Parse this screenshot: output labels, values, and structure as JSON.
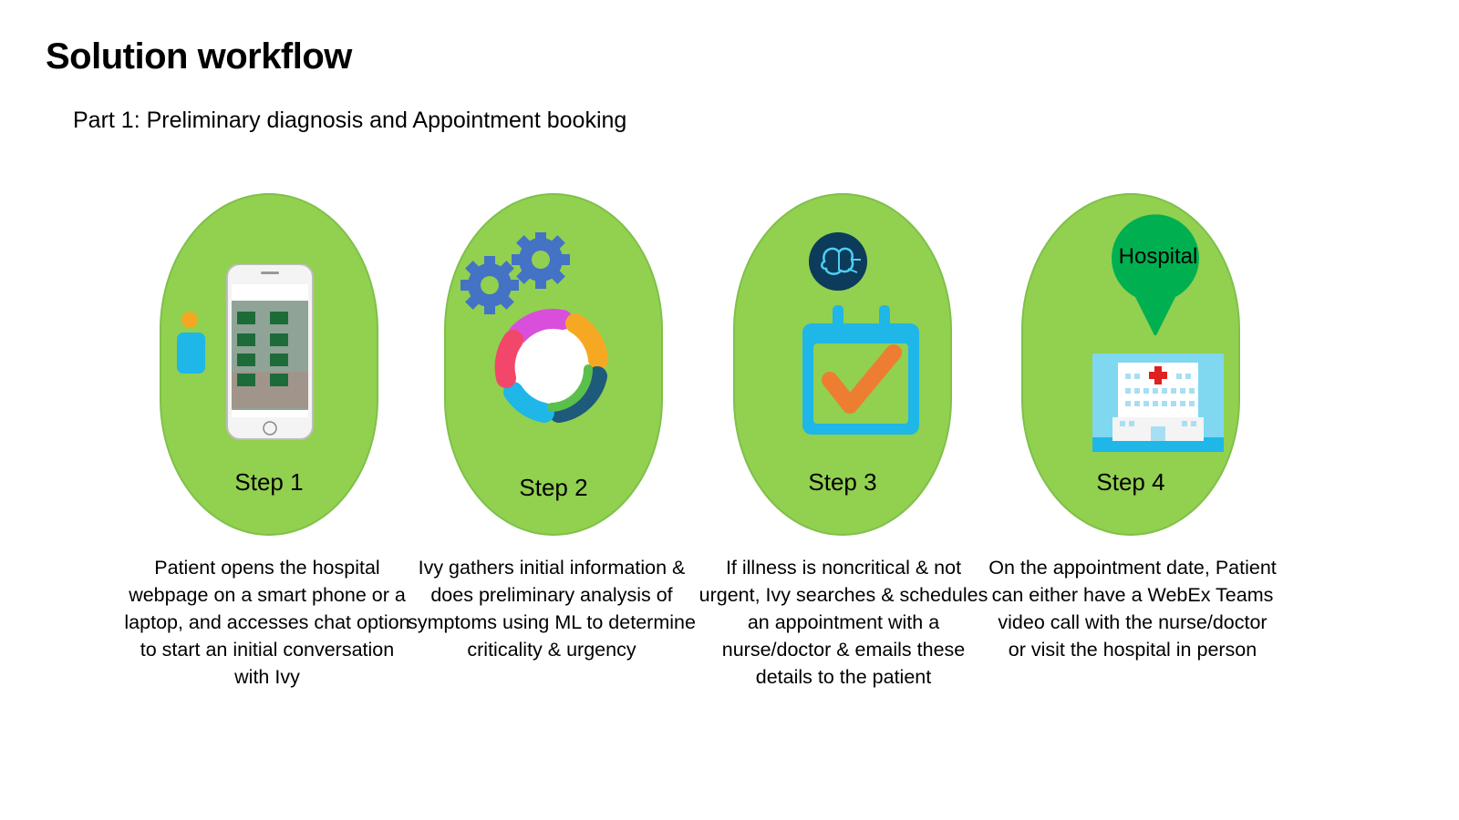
{
  "header": {
    "title": "Solution workflow",
    "subtitle": "Part 1: Preliminary diagnosis and Appointment booking"
  },
  "steps": [
    {
      "label": "Step 1",
      "icon": "smartphone-icon",
      "description": "Patient opens the hospital webpage on a smart phone or a laptop, and accesses chat option to start an initial conversation with Ivy"
    },
    {
      "label": "Step 2",
      "icon": "webex-gears-icon",
      "description": "Ivy gathers initial information & does preliminary analysis of symptoms using ML to determine criticality & urgency"
    },
    {
      "label": "Step 3",
      "icon": "calendar-check-icon",
      "description": "If illness is noncritical & not urgent, Ivy searches & schedules an appointment with a nurse/doctor & emails these details to the patient"
    },
    {
      "label": "Step 4",
      "icon": "hospital-icon",
      "pin_label": "Hospital",
      "description": "On the appointment date, Patient can either have a WebEx Teams video call with the nurse/doctor or visit the hospital in person"
    }
  ],
  "colors": {
    "pill": "#92d050",
    "person": "#1fb6e8",
    "person_head": "#f5a623",
    "gear": "#4472c4",
    "calendar": "#1fb6e8",
    "check": "#ed7d31",
    "pin": "#00b050",
    "hospital_bg": "#7fd8f0"
  }
}
